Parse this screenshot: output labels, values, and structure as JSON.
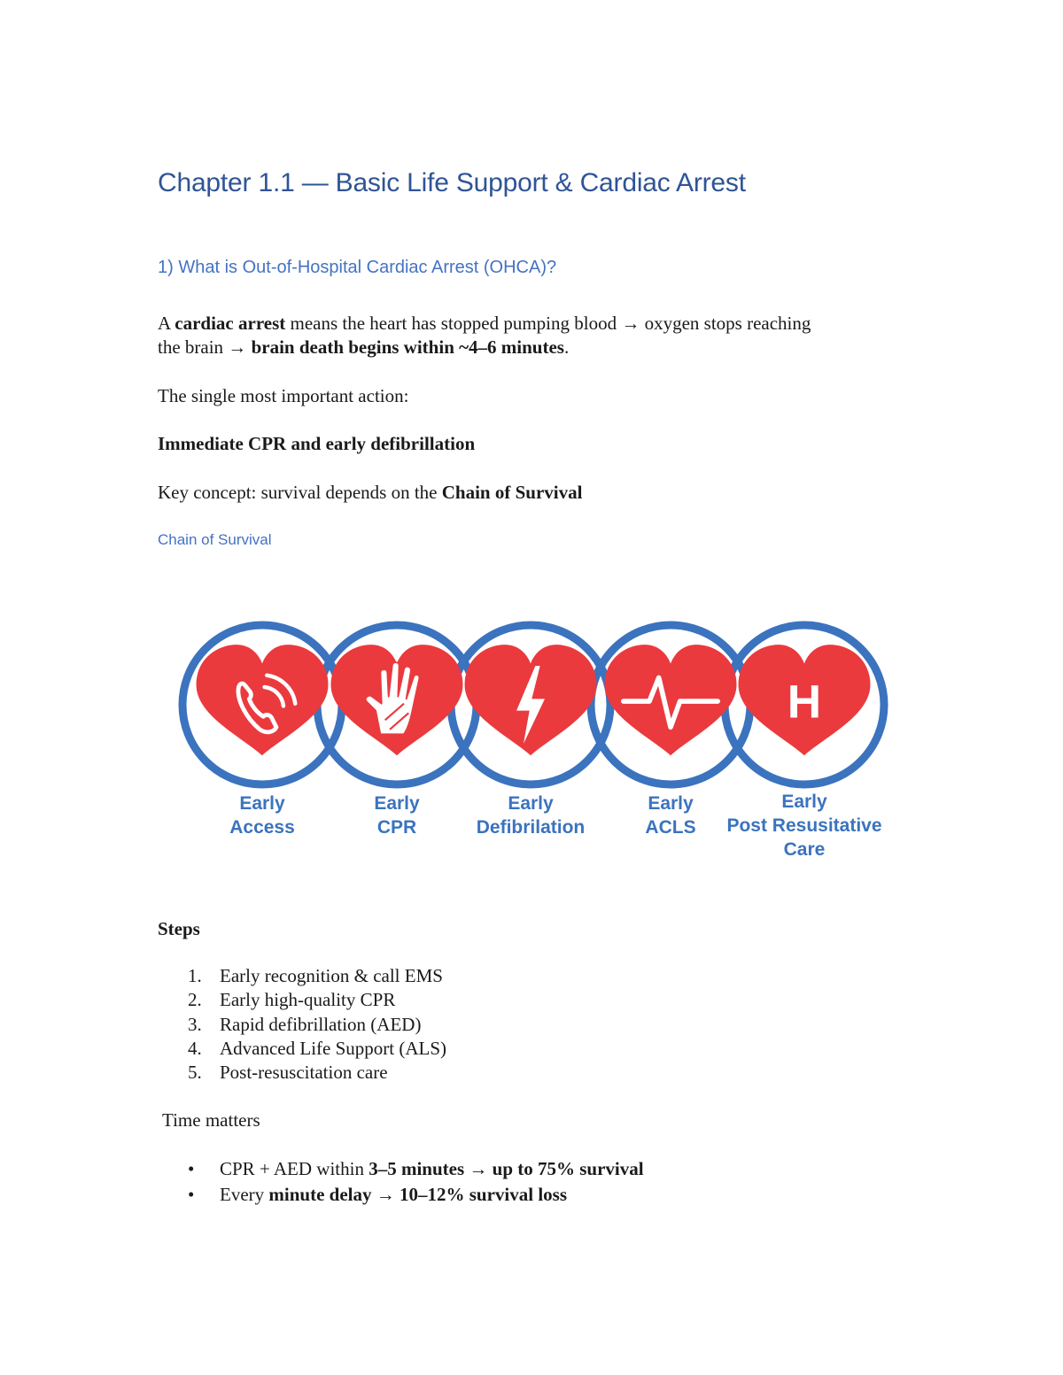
{
  "heading": "Chapter 1.1 — Basic Life Support & Cardiac Arrest",
  "section1": {
    "title": "1) What is Out-of-Hospital Cardiac Arrest (OHCA)?",
    "line1_a": "A ",
    "line1_b": "cardiac arrest",
    "line1_c": " means the heart has stopped pumping blood → oxygen stops reaching",
    "line2_a": "the brain → ",
    "line2_b": "brain death begins within ~4–6 minutes",
    "line2_c": ".",
    "single_action": "The single most important action:",
    "immediate": "Immediate CPR and early defibrillation",
    "key_a": "Key concept: survival depends on the ",
    "key_b": "Chain of Survival"
  },
  "chain_heading": "Chain of Survival",
  "chain": {
    "ring_color": "#3b73be",
    "heart_color": "#ea3a3e",
    "label_color": "#3b73be",
    "links": [
      {
        "icon": "phone-icon",
        "line1": "Early",
        "line2": "Access",
        "line3": ""
      },
      {
        "icon": "hand-icon",
        "line1": "Early",
        "line2": "CPR",
        "line3": ""
      },
      {
        "icon": "lightning-icon",
        "line1": "Early",
        "line2": "Defibrilation",
        "line3": ""
      },
      {
        "icon": "heartbeat-icon",
        "line1": "Early",
        "line2": "ACLS",
        "line3": ""
      },
      {
        "icon": "hospital-h-icon",
        "line1": "Early",
        "line2": "Post Resusitative",
        "line3": "Care"
      }
    ]
  },
  "steps": {
    "title": "Steps",
    "items": [
      {
        "num": "1.",
        "text": "Early recognition & call EMS"
      },
      {
        "num": "2.",
        "text": "Early high-quality CPR"
      },
      {
        "num": "3.",
        "text": "Rapid defibrillation (AED)"
      },
      {
        "num": "4.",
        "text": "Advanced Life Support (ALS)"
      },
      {
        "num": "5.",
        "text": "Post-resuscitation care"
      }
    ]
  },
  "time": {
    "title": "Time matters",
    "bullet1_a": "CPR + AED within ",
    "bullet1_b": "3–5 minutes → up to 75% survival",
    "bullet2_a": "Every ",
    "bullet2_b": "minute delay → 10–12% survival loss"
  }
}
